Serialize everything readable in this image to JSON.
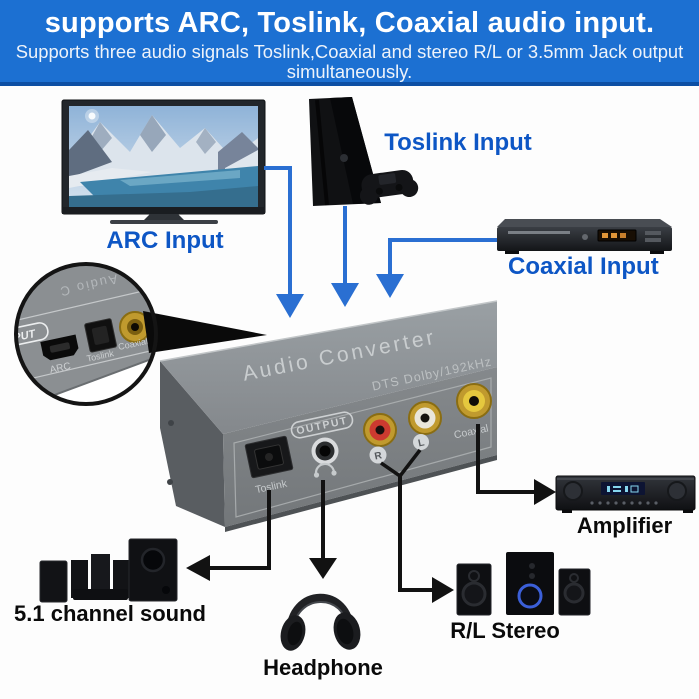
{
  "banner": {
    "title": "supports ARC, Toslink, Coaxial audio input.",
    "subtitle": "Supports three audio signals Toslink,Coaxial and stereo R/L or 3.5mm Jack output simultaneously."
  },
  "inputs": {
    "arc_label": "ARC Input",
    "toslink_label": "Toslink Input",
    "coaxial_label": "Coaxial Input"
  },
  "outputs": {
    "surround_label": "5.1 channel sound",
    "headphone_label": "Headphone",
    "stereo_label": "R/L Stereo",
    "amplifier_label": "Amplifier"
  },
  "converter": {
    "name": "Audio Converter",
    "spec": "DTS Dolby/192kHz",
    "output_badge": "OUTPUT",
    "ports": {
      "toslink": "Toslink",
      "r": "R",
      "l": "L",
      "coaxial": "Coaxial"
    }
  },
  "inset": {
    "top_text": "Audio C",
    "input_badge_visible": "PUT",
    "ports": {
      "arc": "ARC",
      "toslink": "Toslink",
      "coaxial": "Coaxial"
    }
  },
  "colors": {
    "banner_bg": "#1c70d2",
    "banner_border": "#0d4fa4",
    "label_blue": "#0d56c5",
    "arrow_blue": "#2a6fd2",
    "arrow_black": "#121212",
    "converter_gray": "#8b8f92",
    "rca_gold": "#c09a2e",
    "rca_red": "#cc3a30",
    "rca_white": "#e9e6da",
    "rca_yellow": "#e5c83e"
  }
}
